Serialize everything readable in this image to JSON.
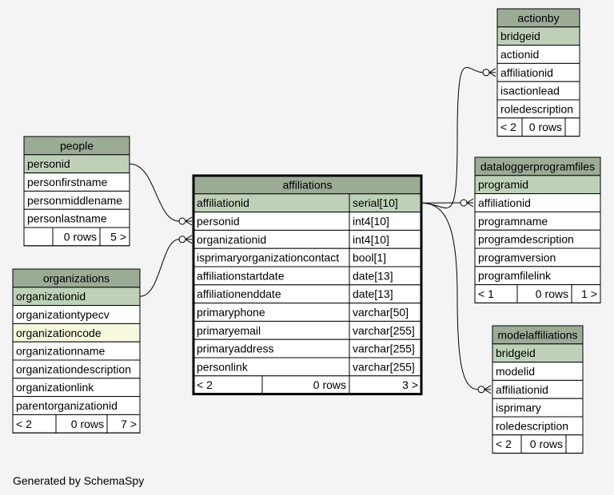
{
  "footer": "Generated by SchemaSpy",
  "tables": {
    "people": {
      "title": "people",
      "rows": [
        {
          "name": "personid",
          "kind": "pk"
        },
        {
          "name": "personfirstname"
        },
        {
          "name": "personmiddlename"
        },
        {
          "name": "personlastname"
        }
      ],
      "footer": [
        "",
        "0 rows",
        "5 >"
      ]
    },
    "organizations": {
      "title": "organizations",
      "rows": [
        {
          "name": "organizationid",
          "kind": "pk"
        },
        {
          "name": "organizationtypecv"
        },
        {
          "name": "organizationcode",
          "kind": "idx"
        },
        {
          "name": "organizationname"
        },
        {
          "name": "organizationdescription"
        },
        {
          "name": "organizationlink"
        },
        {
          "name": "parentorganizationid"
        }
      ],
      "footer": [
        "< 2",
        "0 rows",
        "7 >"
      ]
    },
    "affiliations": {
      "title": "affiliations",
      "rows": [
        {
          "name": "affiliationid",
          "type": "serial[10]",
          "kind": "pk"
        },
        {
          "name": "personid",
          "type": "int4[10]"
        },
        {
          "name": "organizationid",
          "type": "int4[10]"
        },
        {
          "name": "isprimaryorganizationcontact",
          "type": "bool[1]"
        },
        {
          "name": "affiliationstartdate",
          "type": "date[13]"
        },
        {
          "name": "affiliationenddate",
          "type": "date[13]"
        },
        {
          "name": "primaryphone",
          "type": "varchar[50]"
        },
        {
          "name": "primaryemail",
          "type": "varchar[255]"
        },
        {
          "name": "primaryaddress",
          "type": "varchar[255]"
        },
        {
          "name": "personlink",
          "type": "varchar[255]"
        }
      ],
      "footer": [
        "< 2",
        "0 rows",
        "3 >"
      ]
    },
    "actionby": {
      "title": "actionby",
      "rows": [
        {
          "name": "bridgeid",
          "kind": "pk"
        },
        {
          "name": "actionid"
        },
        {
          "name": "affiliationid"
        },
        {
          "name": "isactionlead"
        },
        {
          "name": "roledescription"
        }
      ],
      "footer": [
        "< 2",
        "0 rows",
        ""
      ]
    },
    "dataloggerprogramfiles": {
      "title": "dataloggerprogramfiles",
      "rows": [
        {
          "name": "programid",
          "kind": "pk"
        },
        {
          "name": "affiliationid"
        },
        {
          "name": "programname"
        },
        {
          "name": "programdescription"
        },
        {
          "name": "programversion"
        },
        {
          "name": "programfilelink"
        }
      ],
      "footer": [
        "< 1",
        "0 rows",
        "1 >"
      ]
    },
    "modelaffiliations": {
      "title": "modelaffiliations",
      "rows": [
        {
          "name": "bridgeid",
          "kind": "pk"
        },
        {
          "name": "modelid"
        },
        {
          "name": "affiliationid"
        },
        {
          "name": "isprimary"
        },
        {
          "name": "roledescription"
        }
      ],
      "footer": [
        "< 2",
        "0 rows",
        ""
      ]
    }
  },
  "relationships": [
    {
      "from": "people.personid",
      "to": "affiliations.personid"
    },
    {
      "from": "organizations.organizationid",
      "to": "affiliations.organizationid"
    },
    {
      "from": "affiliations.affiliationid",
      "to": "actionby.affiliationid"
    },
    {
      "from": "affiliations.affiliationid",
      "to": "dataloggerprogramfiles.affiliationid"
    },
    {
      "from": "affiliations.affiliationid",
      "to": "modelaffiliations.affiliationid"
    }
  ]
}
